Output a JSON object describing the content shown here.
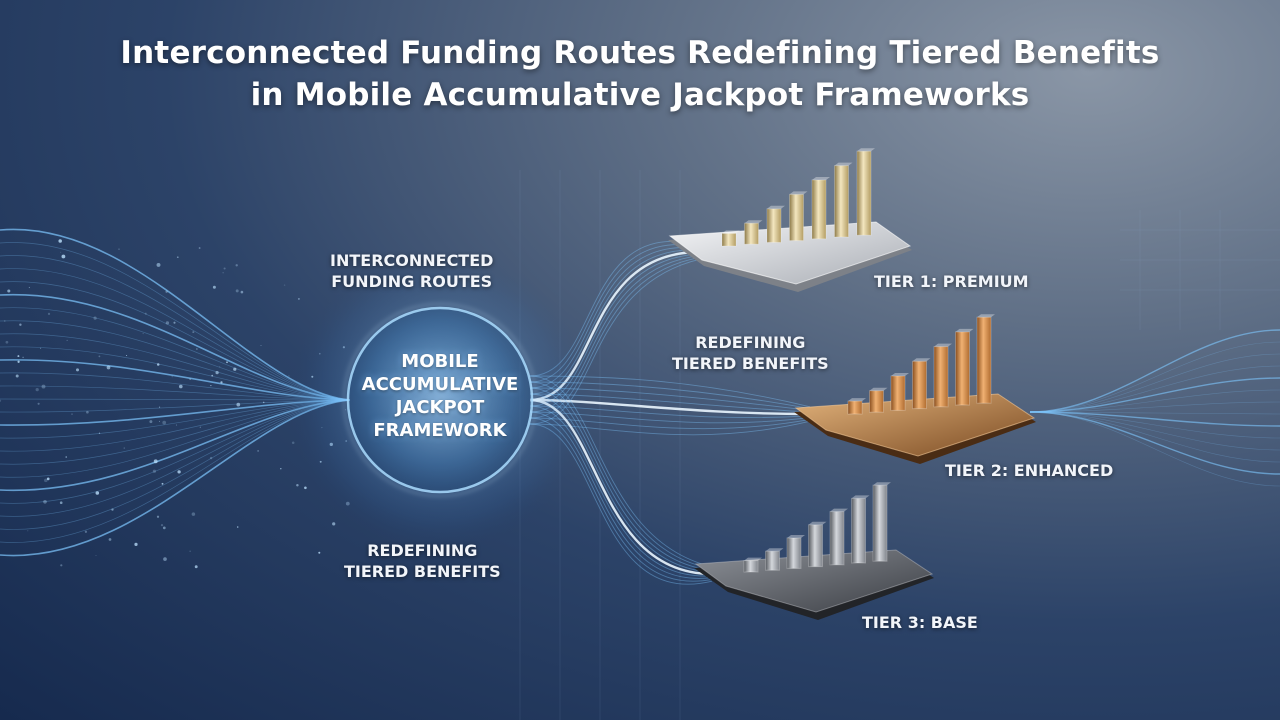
{
  "title": {
    "line1": "Interconnected Funding Routes Redefining Tiered Benefits",
    "line2": "in Mobile Accumulative Jackpot Frameworks"
  },
  "hub": {
    "line1": "MOBILE",
    "line2": "ACCUMULATIVE",
    "line3": "JACKPOT",
    "line4": "FRAMEWORK"
  },
  "labels": {
    "funding_routes": {
      "line1": "INTERCONNECTED",
      "line2": "FUNDING ROUTES"
    },
    "redefining_upper": {
      "line1": "REDEFINING",
      "line2": "TIERED BENEFITS"
    },
    "redefining_lower": {
      "line1": "REDEFINING",
      "line2": "TIERED BENEFITS"
    }
  },
  "tiers": [
    {
      "label": "TIER 1: PREMIUM",
      "finish": "gold",
      "color": "#d9c48f",
      "levels": [
        0.15,
        0.25,
        0.4,
        0.55,
        0.7,
        0.85,
        1.0
      ]
    },
    {
      "label": "TIER 2: ENHANCED",
      "finish": "bronze",
      "color": "#c98a4a",
      "levels": [
        0.15,
        0.25,
        0.4,
        0.55,
        0.7,
        0.85,
        1.0
      ]
    },
    {
      "label": "TIER 3: BASE",
      "finish": "silver",
      "color": "#9a9ea6",
      "levels": [
        0.15,
        0.25,
        0.4,
        0.55,
        0.7,
        0.85,
        1.0
      ]
    }
  ],
  "colors": {
    "stream": "#7fc8ff",
    "hub_glow": "#9fd4ff",
    "background_dark": "#162a4e",
    "background_light": "#8a96a6"
  }
}
